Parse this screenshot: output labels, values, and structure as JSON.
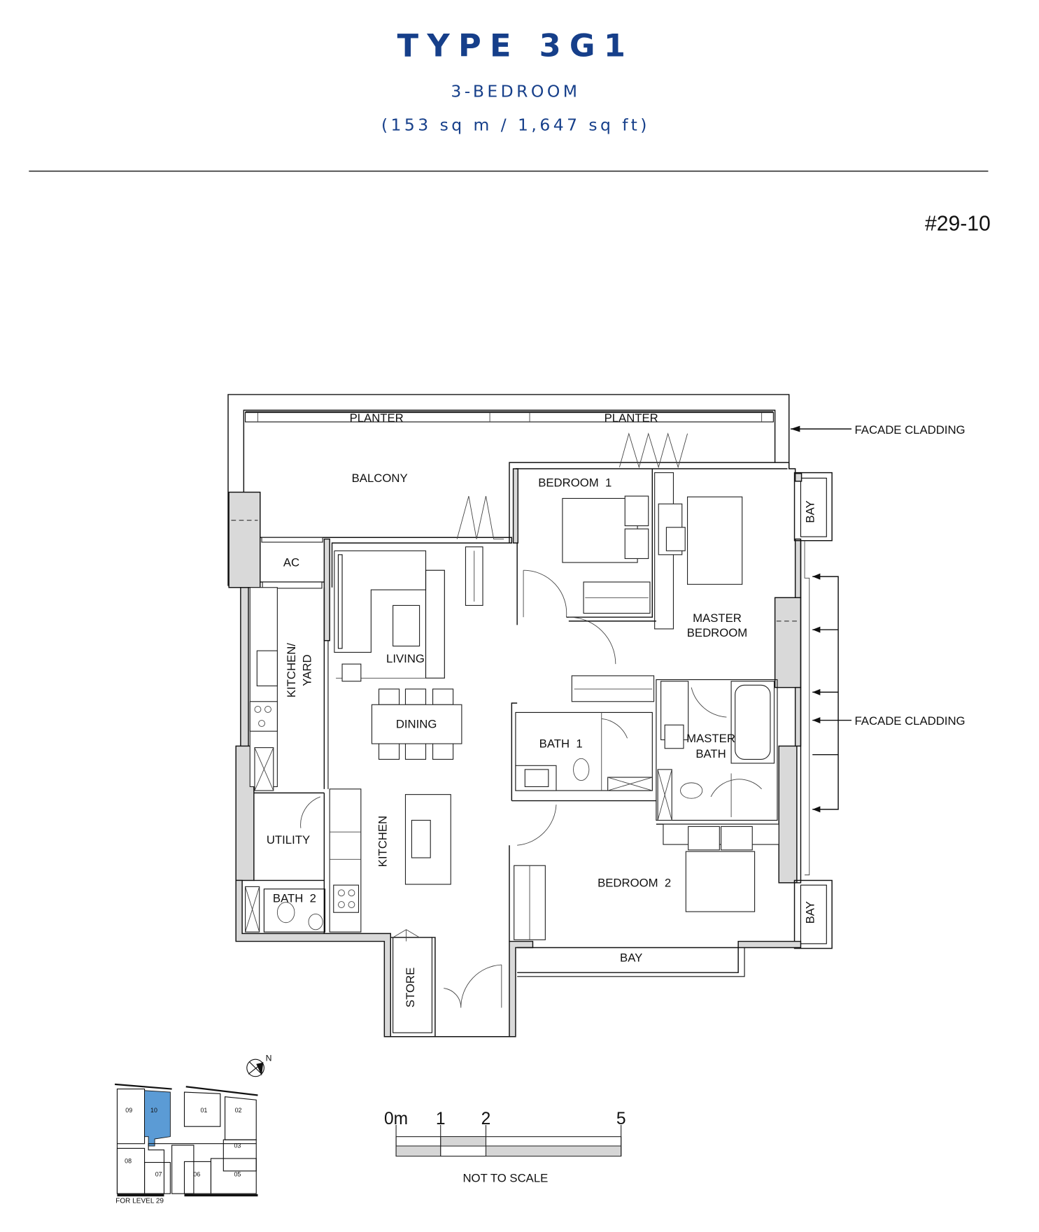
{
  "header": {
    "title": "TYPE 3G1",
    "subtitle": "3-BEDROOM",
    "area": "(153 sq m / 1,647 sq ft)",
    "unit_number": "#29-10",
    "accent_color": "#163f8a"
  },
  "plan": {
    "rooms": {
      "planter_left": "PLANTER",
      "planter_right": "PLANTER",
      "balcony": "BALCONY",
      "bedroom1": "BEDROOM  1",
      "bay_top": "BAY",
      "ac": "AC",
      "master_bedroom_1": "MASTER",
      "master_bedroom_2": "BEDROOM",
      "living": "LIVING",
      "kitchen_yard_1": "KITCHEN/",
      "kitchen_yard_2": "YARD",
      "dining": "DINING",
      "bath1": "BATH  1",
      "master_bath_1": "MASTER",
      "master_bath_2": "BATH",
      "utility": "UTILITY",
      "kitchen": "KITCHEN",
      "bedroom2": "BEDROOM  2",
      "bath2": "BATH  2",
      "bay_right": "BAY",
      "bay_bottom": "BAY",
      "store": "STORE"
    },
    "annotations": {
      "facade_cladding_top": "FACADE CLADDING",
      "facade_cladding_mid": "FACADE CLADDING"
    }
  },
  "key_plan": {
    "units": [
      "09",
      "10",
      "01",
      "02",
      "03",
      "08",
      "07",
      "06",
      "05"
    ],
    "highlighted_unit": "10",
    "highlight_color": "#5b9bd5",
    "caption": "FOR LEVEL 29",
    "north_label": "N"
  },
  "scale_bar": {
    "ticks": [
      "0m",
      "1",
      "2",
      "5"
    ],
    "note": "NOT TO SCALE"
  }
}
